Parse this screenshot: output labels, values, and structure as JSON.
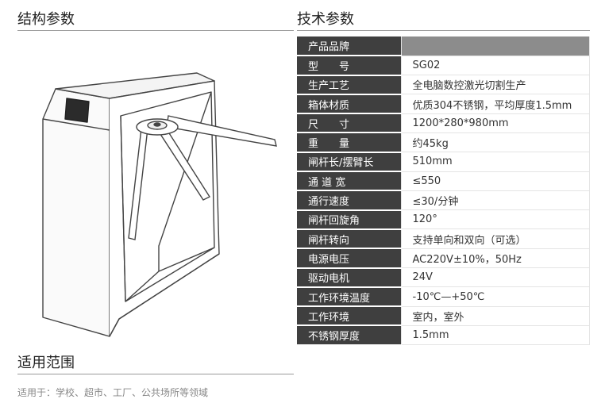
{
  "left": {
    "structure_title": "结构参数",
    "scope_title": "适用范围",
    "scope_text": "适用于：学校、超市、工厂、公共场所等领域"
  },
  "right": {
    "tech_title": "技术参数",
    "rows": [
      {
        "label": "产品品牌",
        "value": ""
      },
      {
        "label": "型　　号",
        "value": "SG02"
      },
      {
        "label": "生产工艺",
        "value": "全电脑数控激光切割生产"
      },
      {
        "label": "箱体材质",
        "value": "优质304不锈钢，平均厚度1.5mm"
      },
      {
        "label": "尺　　寸",
        "value": "1200*280*980mm"
      },
      {
        "label": "重　　量",
        "value": "约45kg"
      },
      {
        "label": "闸杆长/摆臂长",
        "value": "510mm"
      },
      {
        "label": "通 道 宽",
        "value": "≤550"
      },
      {
        "label": "通行速度",
        "value": "≤30/分钟"
      },
      {
        "label": "闸杆回旋角",
        "value": "120°"
      },
      {
        "label": "闸杆转向",
        "value": "支持单向和双向（可选）"
      },
      {
        "label": "电源电压",
        "value": "AC220V±10%，50Hz"
      },
      {
        "label": "驱动电机",
        "value": "24V"
      },
      {
        "label": "工作环境温度",
        "value": "-10℃—+50℃"
      },
      {
        "label": "工作环境",
        "value": "室内，室外"
      },
      {
        "label": "不锈钢厚度",
        "value": "1.5mm"
      }
    ]
  }
}
